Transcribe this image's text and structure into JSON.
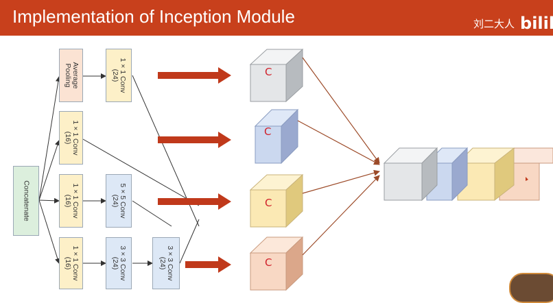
{
  "header": {
    "title": "Implementation of Inception Module",
    "watermark_text": "刘二大人",
    "watermark_logo": "bilil",
    "bg_color": "#c8401c"
  },
  "diagram": {
    "concatenate_label": "Concatenate",
    "branch1": {
      "pool_label": "Average Pooling",
      "conv_label": "1 × 1 Conv (24)"
    },
    "branch2": {
      "conv_label": "1 × 1 Conv (16)"
    },
    "branch3": {
      "conv1_label": "1 × 1 Conv (16)",
      "conv2_label": "5 × 5 Conv (24)"
    },
    "branch4": {
      "conv1_label": "1 × 1 Conv (16)",
      "conv2_label": "3 × 3 Conv (24)",
      "conv3_label": "3 × 3 Conv (24)"
    },
    "cube_labels": [
      "C",
      "C",
      "C",
      "C"
    ],
    "colors": {
      "gray": "#e4e6e8",
      "blue": "#cbd8ef",
      "yellow": "#fbe9b4",
      "orange": "#f8d8c4",
      "arrow": "#c0391b",
      "connector": "#9c4a28"
    }
  }
}
